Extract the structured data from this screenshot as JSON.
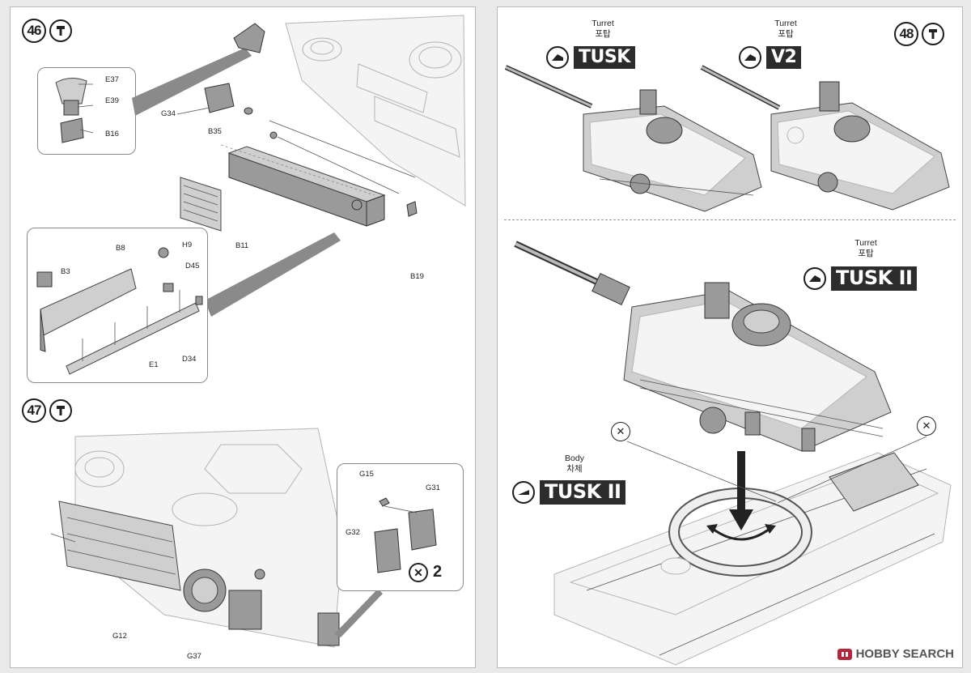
{
  "left_page": {
    "step46": {
      "number": "46",
      "glue_icon": "glue-tube-icon",
      "labels": [
        "E37",
        "E39",
        "B16",
        "G34",
        "B35",
        "B11",
        "B19"
      ],
      "subassembly_labels": [
        "B8",
        "B3",
        "H9",
        "D45",
        "E1",
        "D34"
      ]
    },
    "step47": {
      "number": "47",
      "glue_icon": "glue-tube-icon",
      "labels": [
        "G12",
        "G37"
      ],
      "inset_labels": [
        "G15",
        "G31",
        "G32"
      ],
      "repeat_count": "2",
      "repeat_icon": "multiply-circle-icon"
    }
  },
  "right_page": {
    "step48": {
      "number": "48",
      "glue_icon": "glue-tube-icon"
    },
    "variants": [
      {
        "caption_en": "Turret",
        "caption_ko": "포탑",
        "label": "TUSK"
      },
      {
        "caption_en": "Turret",
        "caption_ko": "포탑",
        "label": "V2"
      }
    ],
    "main_turret": {
      "caption_en": "Turret",
      "caption_ko": "포탑",
      "label": "TUSK II"
    },
    "body": {
      "caption_en": "Body",
      "caption_ko": "차체",
      "label": "TUSK II"
    },
    "icons": [
      "do-not-glue-icon",
      "rotation-arrow-icon",
      "down-arrow-icon"
    ]
  },
  "watermark": {
    "text": "HOBBY SEARCH"
  },
  "colors": {
    "badge": "#2c2c2c",
    "part_fill": "#9a9a9a",
    "watermark": "#b3263b"
  }
}
